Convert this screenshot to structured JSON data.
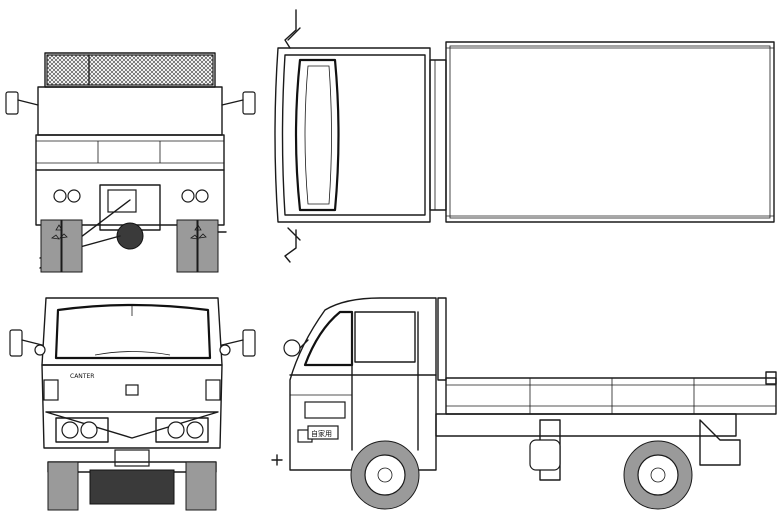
{
  "drawing": {
    "views": [
      "rear-view",
      "top-view",
      "front-view",
      "side-view"
    ],
    "front_badge_text": "CANTER",
    "door_plate_text": "自家用",
    "colors": {
      "line": "#1a1a1a",
      "tyre": "#9a9a9a",
      "paper": "#ffffff"
    }
  }
}
